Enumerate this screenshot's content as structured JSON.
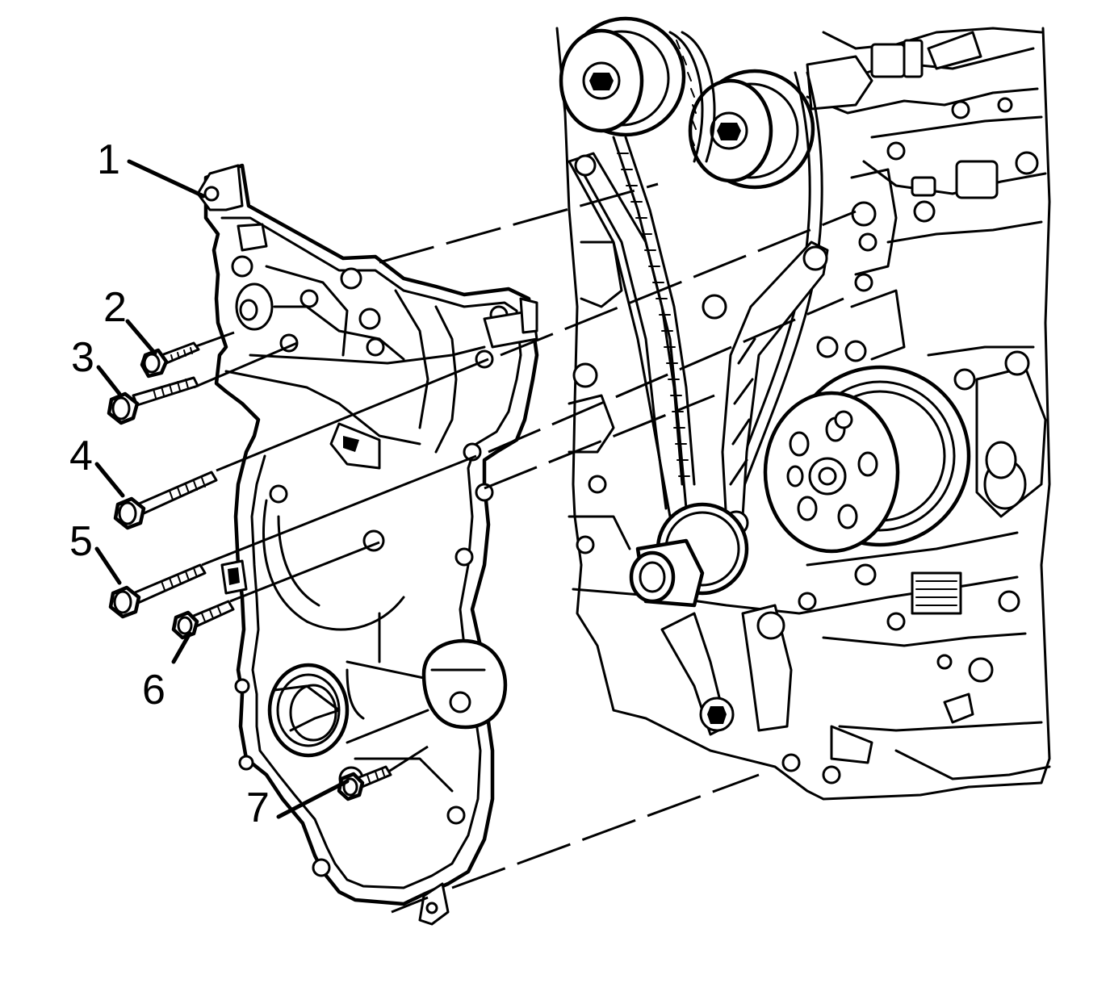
{
  "diagram": {
    "callouts": [
      {
        "id": 1,
        "label": "1"
      },
      {
        "id": 2,
        "label": "2"
      },
      {
        "id": 3,
        "label": "3"
      },
      {
        "id": 4,
        "label": "4"
      },
      {
        "id": 5,
        "label": "5"
      },
      {
        "id": 6,
        "label": "6"
      },
      {
        "id": 7,
        "label": "7"
      }
    ]
  },
  "colors": {
    "line": "#000000",
    "background": "#ffffff"
  }
}
